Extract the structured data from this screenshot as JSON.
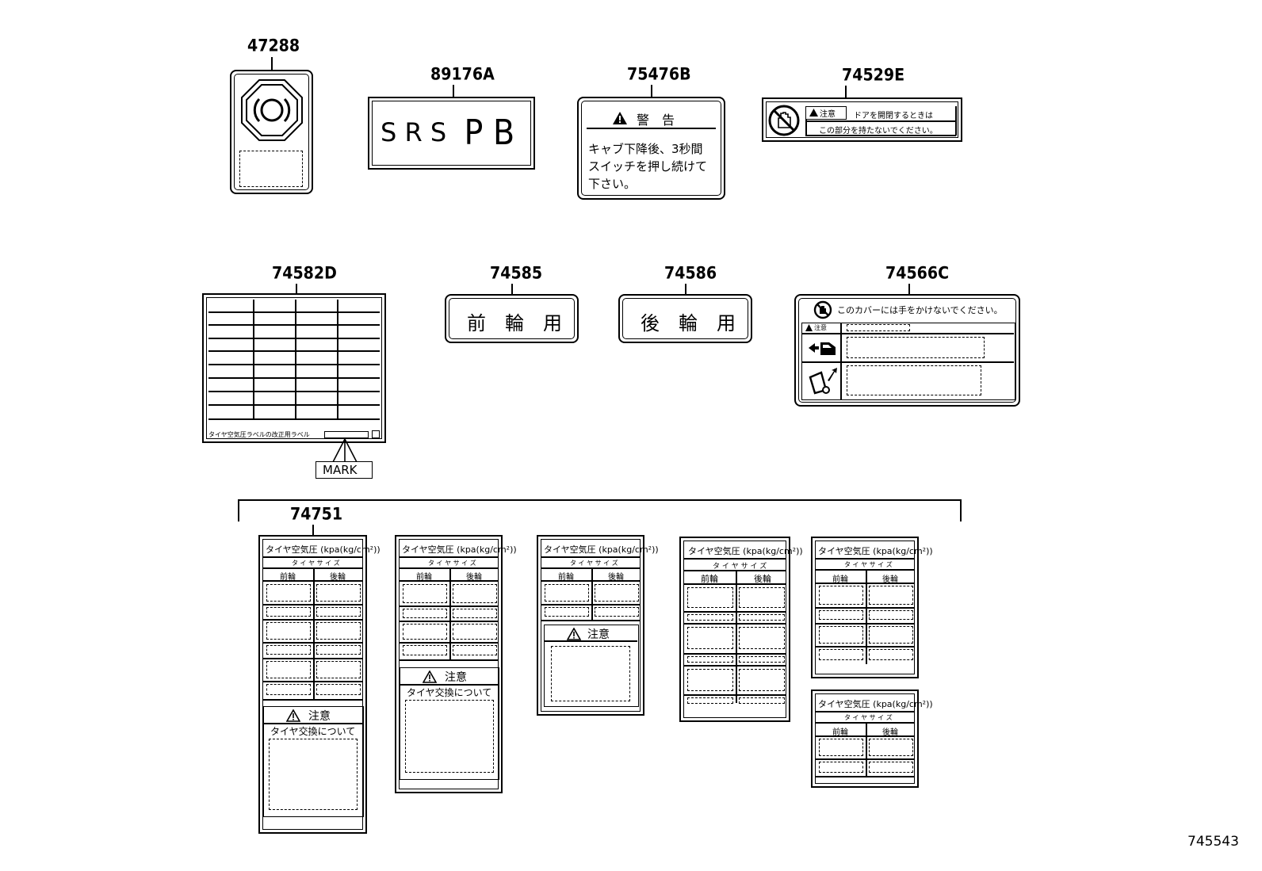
{
  "parts": {
    "p47288": "47288",
    "p89176A": "89176A",
    "p75476B": "75476B",
    "p74529E": "74529E",
    "p74582D": "74582D",
    "p74585": "74585",
    "p74586": "74586",
    "p74566C": "74566C",
    "p74751": "74751",
    "drawing_id": "745543"
  },
  "srs_label": {
    "left": "S R S",
    "right": "P B"
  },
  "warning_label": {
    "header": "警　告",
    "line1": "キャブ下降後、3秒間",
    "line2": "スイッチを押し続けて",
    "line3": "下さい。"
  },
  "door_label": {
    "caution": "注意",
    "line1": "ドアを開閉するときは",
    "line2": "この部分を持たないでください。"
  },
  "table_label": {
    "footer": "タイヤ空気圧ラベルの改正用ラベル",
    "mark": "MARK"
  },
  "front_wheel": "前　輪　用",
  "rear_wheel": "後　輪　用",
  "cover_label": {
    "header": "このカバーには手をかけないでください。",
    "caution": "注意"
  },
  "tire": {
    "title": "タイヤ空気圧 (kpa(kg/cm²))",
    "size": "タ イ ヤ サ イ ズ",
    "front": "前輪",
    "rear": "後輪",
    "caution": "注意",
    "exchange": "タイヤ交換について"
  }
}
